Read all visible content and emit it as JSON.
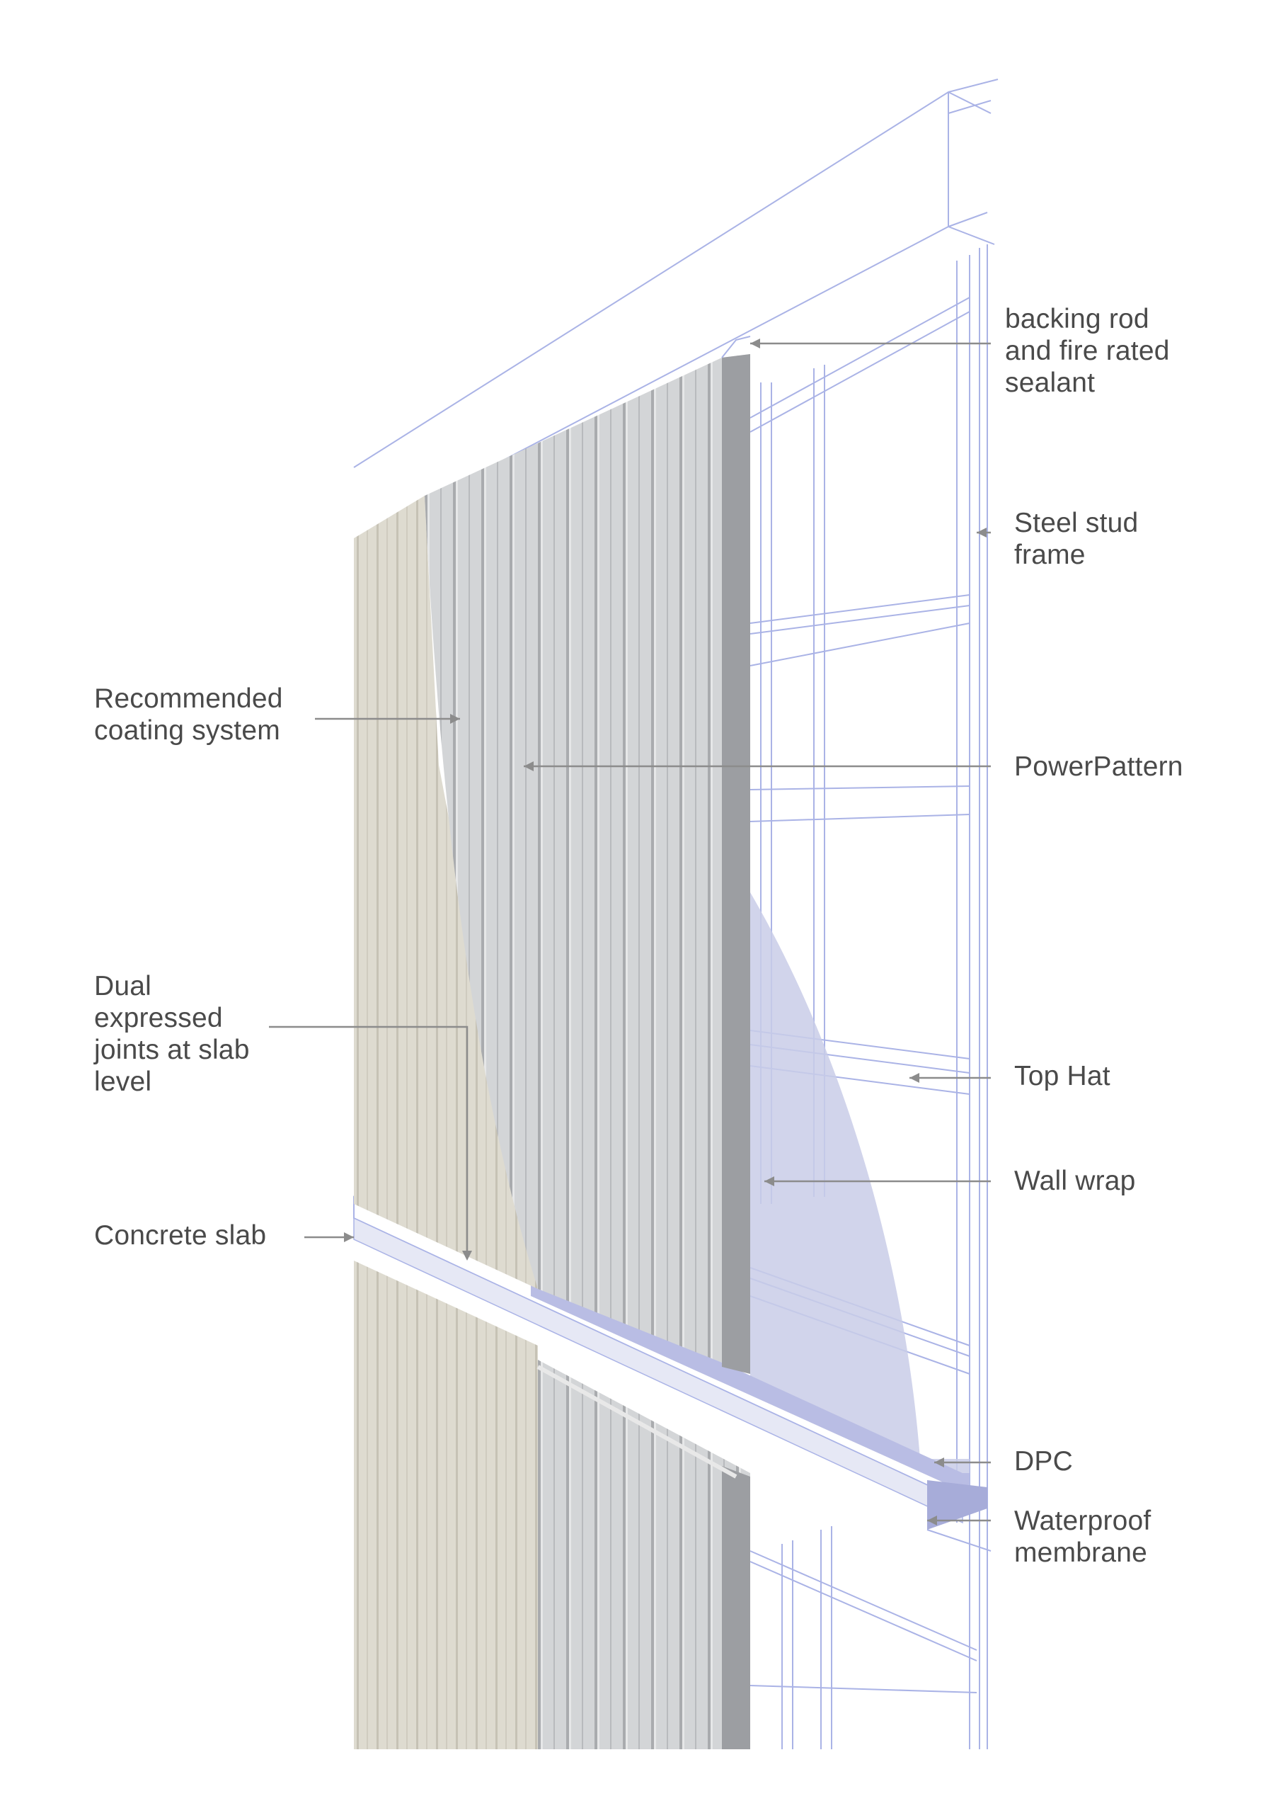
{
  "diagram": {
    "colors": {
      "line": "#aab3e6",
      "leader": "#8c8c8c",
      "coating": "#dedbd0",
      "coating_stripe": "#c4c0b3",
      "panel": "#d2d4d6",
      "panel_stripe": "#aeb0b3",
      "wrap": "#c9cce8",
      "membrane": "#b9bde4",
      "text": "#4a4a4a"
    },
    "labels": {
      "backing_rod": "backing rod\nand fire rated\nsealant",
      "steel_stud": "Steel stud\nframe",
      "coating": "Recommended\ncoating system",
      "powerpattern": "PowerPattern",
      "dual_joints": "Dual\nexpressed\njoints at slab\nlevel",
      "top_hat": "Top Hat",
      "wall_wrap": "Wall wrap",
      "concrete_slab": "Concrete slab",
      "dpc": "DPC",
      "waterproof": "Waterproof\nmembrane"
    }
  }
}
